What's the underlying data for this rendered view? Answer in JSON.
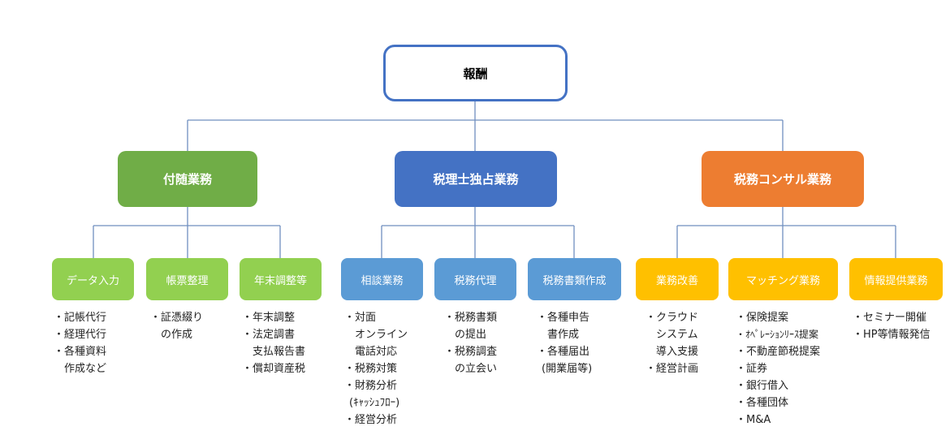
{
  "root": {
    "label": "報酬"
  },
  "categories": [
    {
      "label": "付随業務",
      "color": "#70ad47",
      "children": [
        {
          "label": "データ入力",
          "items": [
            "・記帳代行",
            "・経理代行",
            "・各種資料",
            "作成など"
          ]
        },
        {
          "label": "帳票整理",
          "items": [
            "・証憑綴り",
            "の作成"
          ]
        },
        {
          "label": "年末調整等",
          "items": [
            "・年末調整",
            "・法定調書",
            "支払報告書",
            "・償却資産税"
          ]
        }
      ]
    },
    {
      "label": "税理士独占業務",
      "color": "#4472c4",
      "children": [
        {
          "label": "相談業務",
          "items": [
            "・対面",
            "オンライン",
            "電話対応",
            "・税務対策",
            "・財務分析",
            "(ｷｬｯｼｭﾌﾛｰ)",
            "・経営分析"
          ]
        },
        {
          "label": "税務代理",
          "items": [
            "・税務書類",
            "の提出",
            "・税務調査",
            "の立会い"
          ]
        },
        {
          "label": "税務書類作成",
          "items": [
            "・各種申告",
            "書作成",
            "・各種届出",
            "(開業届等)"
          ]
        }
      ]
    },
    {
      "label": "税務コンサル業務",
      "color": "#ed7d31",
      "children": [
        {
          "label": "業務改善",
          "items": [
            "・クラウド",
            "システム",
            "導入支援",
            "・経営計画"
          ]
        },
        {
          "label": "マッチング業務",
          "items": [
            "・保険提案",
            "・ｵﾍﾟﾚｰｼｮﾝﾘｰｽ提案",
            "・不動産節税提案",
            "・証券",
            "・銀行借入",
            "・各種団体",
            "・M&A"
          ]
        },
        {
          "label": "情報提供業務",
          "items": [
            "・セミナー開催",
            "・HP等情報発信"
          ]
        }
      ]
    }
  ]
}
